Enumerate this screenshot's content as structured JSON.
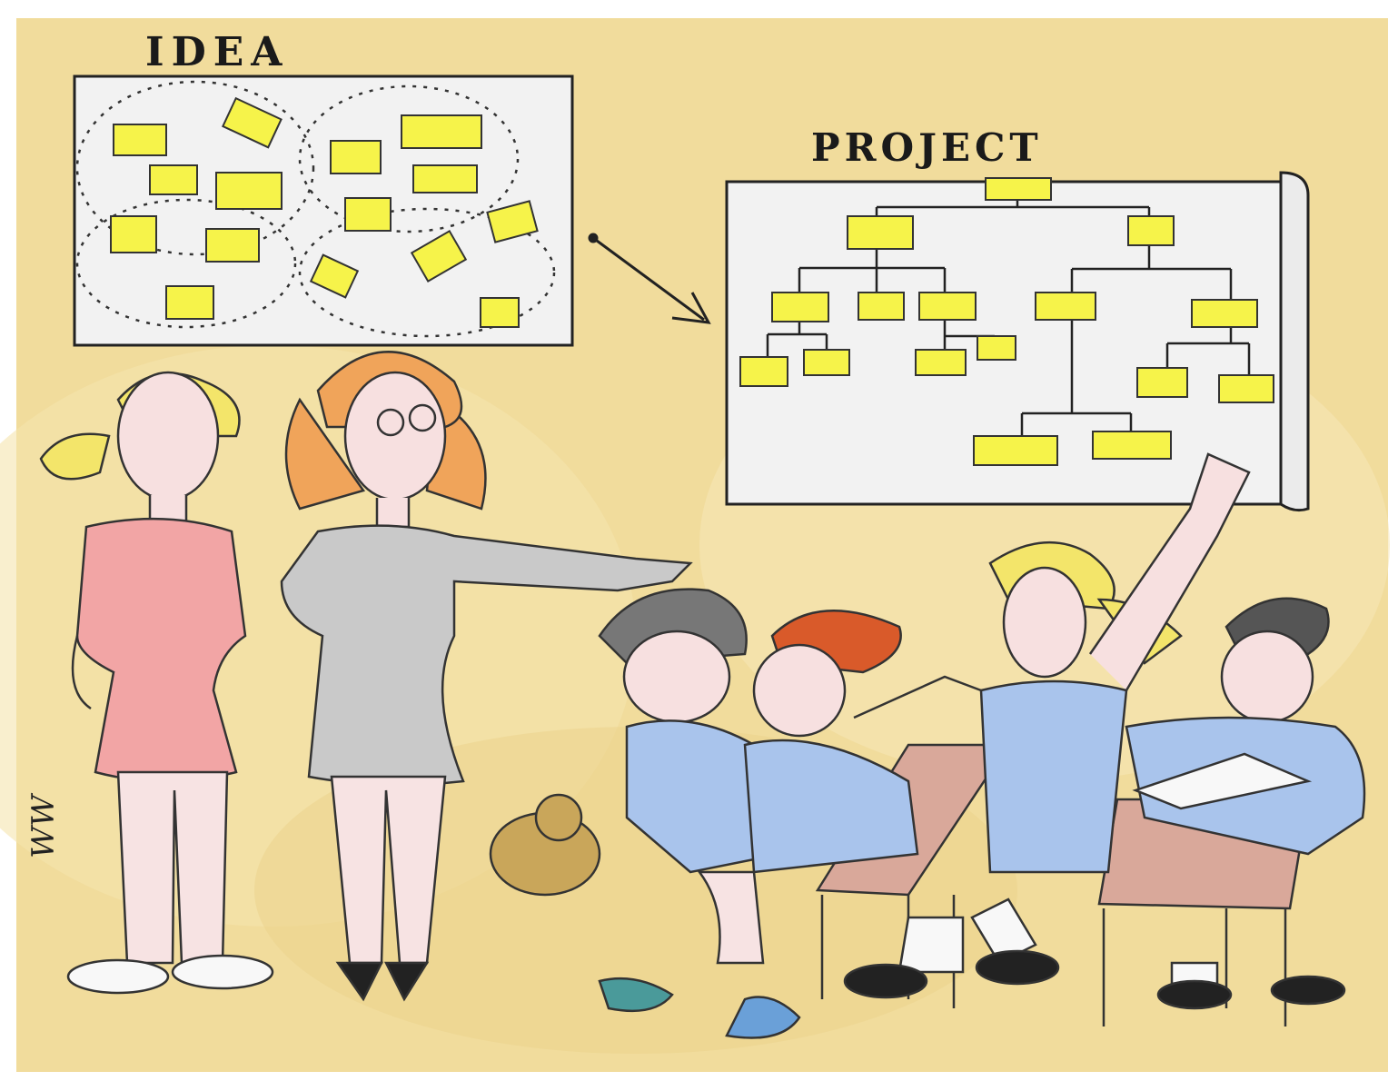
{
  "labels": {
    "idea": "IDEA",
    "project": "PROJECT",
    "signature": "WW"
  },
  "colors": {
    "wall": "#f1dc9c",
    "board": "#f2f2f2",
    "sticky_note": "#f6f34a",
    "ink": "#1a1a1a"
  }
}
